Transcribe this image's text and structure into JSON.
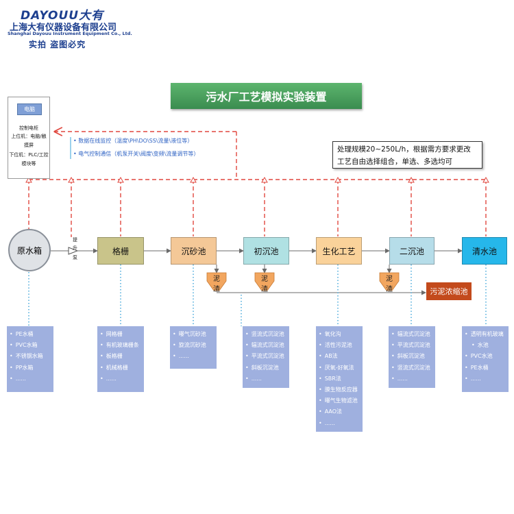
{
  "header": {
    "logo_text": "DAYOUU大有",
    "company_cn": "上海大有仪器设备有限公司",
    "company_en": "Shanghai Dayouu Instrument Equipment Co., Ltd.",
    "slogan": "实拍  盗图必究"
  },
  "title": "污水厂工艺模拟实验装置",
  "control_cabinet": {
    "screen": "电脑",
    "lines": [
      "控制电柜",
      "上位机：电脑/触",
      "摸屏",
      "下位机：PLC/工控",
      "模块等"
    ]
  },
  "signal_notes": [
    "数据在线监控（温度\\PH\\DO\\SS\\流量\\液位等）",
    "电气控制通信（机泵开关\\阀度\\变频\\流量调节等）"
  ],
  "note_box": {
    "line1": "处理规模20~250L/h，根据需方要求更改",
    "line2": "工艺自由选择组合，单选、多选均可"
  },
  "pump_label": [
    "提",
    "升",
    "泵"
  ],
  "units": [
    {
      "label": "原水箱",
      "color": "#dfe2e6"
    },
    {
      "label": "格栅",
      "color": "#c9c48a"
    },
    {
      "label": "沉砂池",
      "color": "#f4c897"
    },
    {
      "label": "初沉池",
      "color": "#b0e1e3"
    },
    {
      "label": "生化工艺",
      "color": "#fad29a"
    },
    {
      "label": "二沉池",
      "color": "#b6dde9"
    },
    {
      "label": "清水池",
      "color": "#26b7ea"
    }
  ],
  "hoppers": [
    {
      "top": "泥",
      "bottom": "渣"
    },
    {
      "top": "泥",
      "bottom": "渣"
    },
    {
      "top": "泥",
      "bottom": "渣"
    }
  ],
  "concentrator": "污泥浓缩池",
  "option_cards": [
    {
      "items": [
        "PE水桶",
        "PVC水箱",
        "不锈钢水箱",
        "PP水箱",
        "......"
      ]
    },
    {
      "items": [
        "网格栅",
        "有机玻璃栅条",
        "板格栅",
        "机械格栅",
        "......"
      ]
    },
    {
      "items": [
        "曝气沉砂池",
        "旋流沉砂池",
        "......"
      ]
    },
    {
      "items": [
        "竖流式沉淀池",
        "辐流式沉淀池",
        "平流式沉淀池",
        "斜板沉淀池",
        "......"
      ]
    },
    {
      "items": [
        "氧化沟",
        "活性污泥池",
        "AB法",
        "厌氧-好氧法",
        "SBR法",
        "膜生物反应器",
        "曝气生物滤池",
        "AAO法",
        "......"
      ]
    },
    {
      "items": [
        "辐流式沉淀池",
        "平流式沉淀池",
        "斜板沉淀池",
        "竖流式沉淀池",
        "......"
      ]
    },
    {
      "items": [
        "透明有机玻璃",
        "水池",
        "PVC水池",
        "PE水桶",
        "......"
      ]
    }
  ],
  "colors": {
    "signal_line": "#e0473e",
    "dotted_line": "#3aa3d8",
    "flow_line": "#6b6b6b",
    "hopper": "#f2a65f",
    "concentrator": "#c34a1c",
    "card": "#9fb0df",
    "title_bg": "#4aa05e"
  }
}
